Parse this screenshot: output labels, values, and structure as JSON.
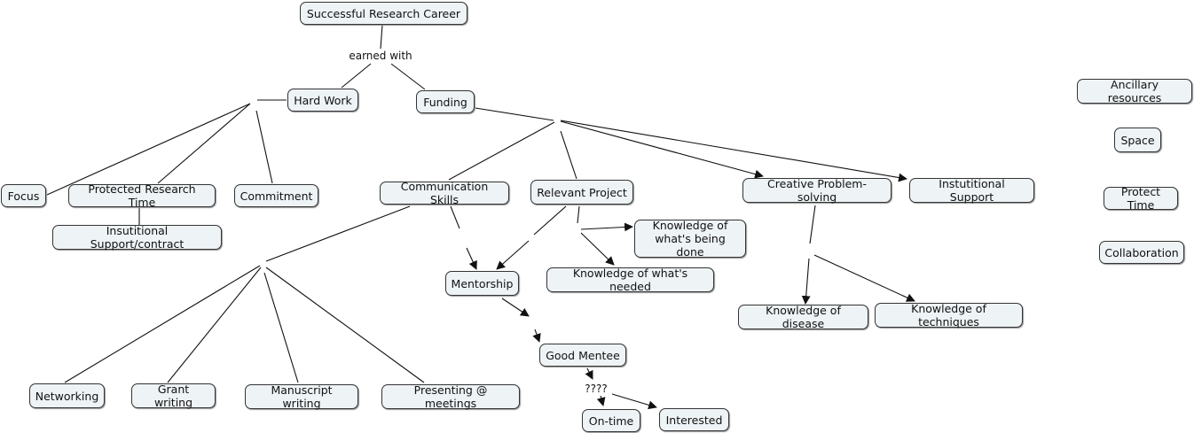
{
  "diagram": {
    "type": "concept-map",
    "nodes": {
      "career": "Successful Research Career",
      "hard_work": "Hard Work",
      "funding": "Funding",
      "focus": "Focus",
      "protected_time": "Protected Research Time",
      "commitment": "Commitment",
      "insutitional_contract": "Insutitional Support/contract",
      "communication": "Communication Skills",
      "relevant_project": "Relevant Project",
      "creative": "Creative Problem-solving",
      "institutional_support": "Instutitional Support",
      "knowledge_done": "Knowledge of\nwhat's being done",
      "knowledge_needed": "Knowledge of what's needed",
      "mentorship": "Mentorship",
      "knowledge_disease": "Knowledge of disease",
      "knowledge_techniques": "Knowledge of techniques",
      "good_mentee": "Good Mentee",
      "on_time": "On-time",
      "interested": "Interested",
      "networking": "Networking",
      "grant_writing": "Grant writing",
      "manuscript_writing": "Manuscript writing",
      "presenting": "Presenting @ meetings",
      "ancillary": "Ancillary resources",
      "space": "Space",
      "protect_time": "Protect Time",
      "collaboration": "Collaboration"
    },
    "link_labels": {
      "earned_with": "earned with",
      "unknown": "????"
    },
    "connections": [
      {
        "from": "career",
        "to": "hard_work",
        "label": "earned with",
        "arrow": false
      },
      {
        "from": "career",
        "to": "funding",
        "label": "earned with",
        "arrow": false
      },
      {
        "from": "hard_work",
        "to": "focus",
        "arrow": false
      },
      {
        "from": "hard_work",
        "to": "protected_time",
        "arrow": false
      },
      {
        "from": "hard_work",
        "to": "commitment",
        "arrow": false
      },
      {
        "from": "protected_time",
        "to": "insutitional_contract",
        "arrow": false
      },
      {
        "from": "funding",
        "to": "communication",
        "arrow": false
      },
      {
        "from": "funding",
        "to": "relevant_project",
        "arrow": false
      },
      {
        "from": "funding",
        "to": "creative",
        "arrow": true
      },
      {
        "from": "funding",
        "to": "institutional_support",
        "arrow": true
      },
      {
        "from": "communication",
        "to": "networking",
        "arrow": false
      },
      {
        "from": "communication",
        "to": "grant_writing",
        "arrow": false
      },
      {
        "from": "communication",
        "to": "manuscript_writing",
        "arrow": false
      },
      {
        "from": "communication",
        "to": "presenting",
        "arrow": false
      },
      {
        "from": "communication",
        "to": "mentorship",
        "arrow": true
      },
      {
        "from": "relevant_project",
        "to": "mentorship",
        "arrow": true
      },
      {
        "from": "relevant_project",
        "to": "knowledge_done",
        "arrow": true
      },
      {
        "from": "relevant_project",
        "to": "knowledge_needed",
        "arrow": true
      },
      {
        "from": "creative",
        "to": "knowledge_disease",
        "arrow": true
      },
      {
        "from": "creative",
        "to": "knowledge_techniques",
        "arrow": true
      },
      {
        "from": "mentorship",
        "to": "good_mentee",
        "arrow": true
      },
      {
        "from": "good_mentee",
        "to": "on_time",
        "label": "????",
        "arrow": true
      },
      {
        "from": "good_mentee",
        "to": "interested",
        "label": "????",
        "arrow": true
      }
    ]
  }
}
